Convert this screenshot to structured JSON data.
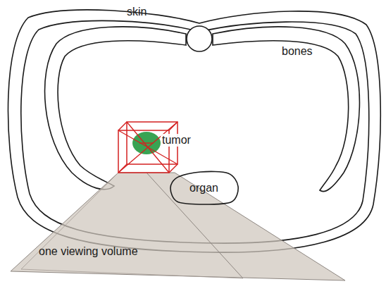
{
  "diagram": {
    "nodes": [
      {
        "text": [
          "one viewing volume"
        ]
      },
      {
        "text": [
          "organ"
        ]
      }
    ],
    "labels": [
      "skin",
      "bones",
      "tumor"
    ]
  }
}
